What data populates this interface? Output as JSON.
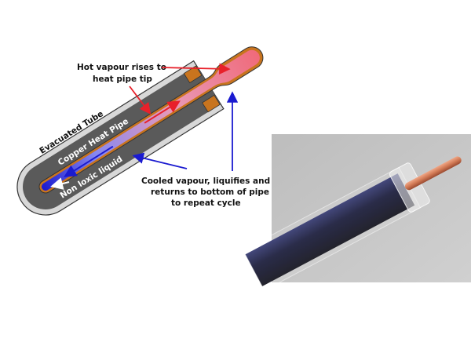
{
  "diagram": {
    "labels": {
      "hot_vapour_line1": "Hot vapour rises to",
      "hot_vapour_line2": "heat pipe tip",
      "evacuated_tube": "Evacuated Tube",
      "copper_heat_pipe": "Copper Heat Pipe",
      "non_toxic_liquid": "Non loxic liquid",
      "cooled_line1": "Cooled vapour, liquifies and",
      "cooled_line2": "returns to bottom of pipe",
      "cooled_line3": "to repeat cycle"
    },
    "colors": {
      "hot": "#e8202a",
      "cold": "#1a1ad0",
      "copper": "#c8741e",
      "tube_fill": "#5a5a5a",
      "tube_border": "#d8d8d8"
    }
  }
}
